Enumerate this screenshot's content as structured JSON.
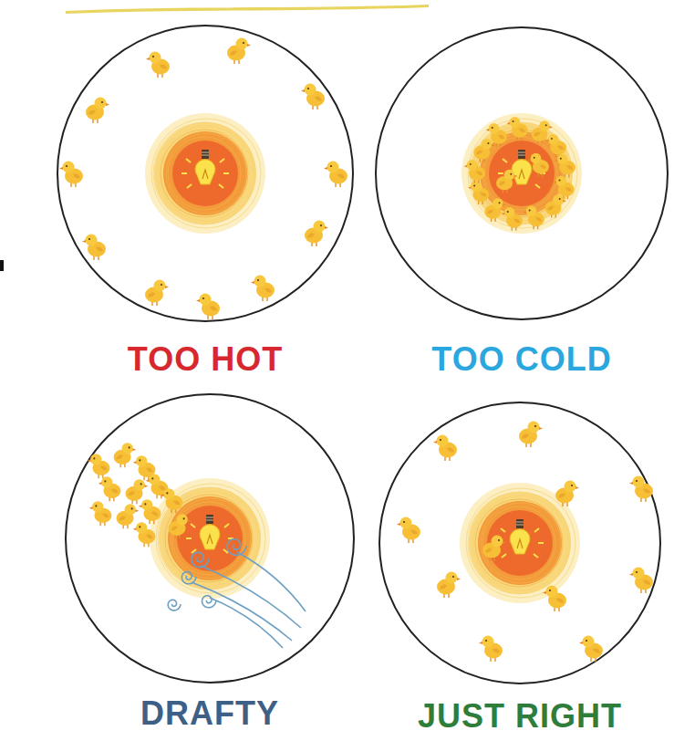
{
  "diagram": {
    "nodes": [
      {
        "text": [
          "TOO HOT"
        ]
      },
      {
        "text": [
          "TOO COLD"
        ]
      },
      {
        "text": [
          "DRAFTY"
        ]
      },
      {
        "text": [
          "JUST RIGHT"
        ]
      }
    ]
  }
}
